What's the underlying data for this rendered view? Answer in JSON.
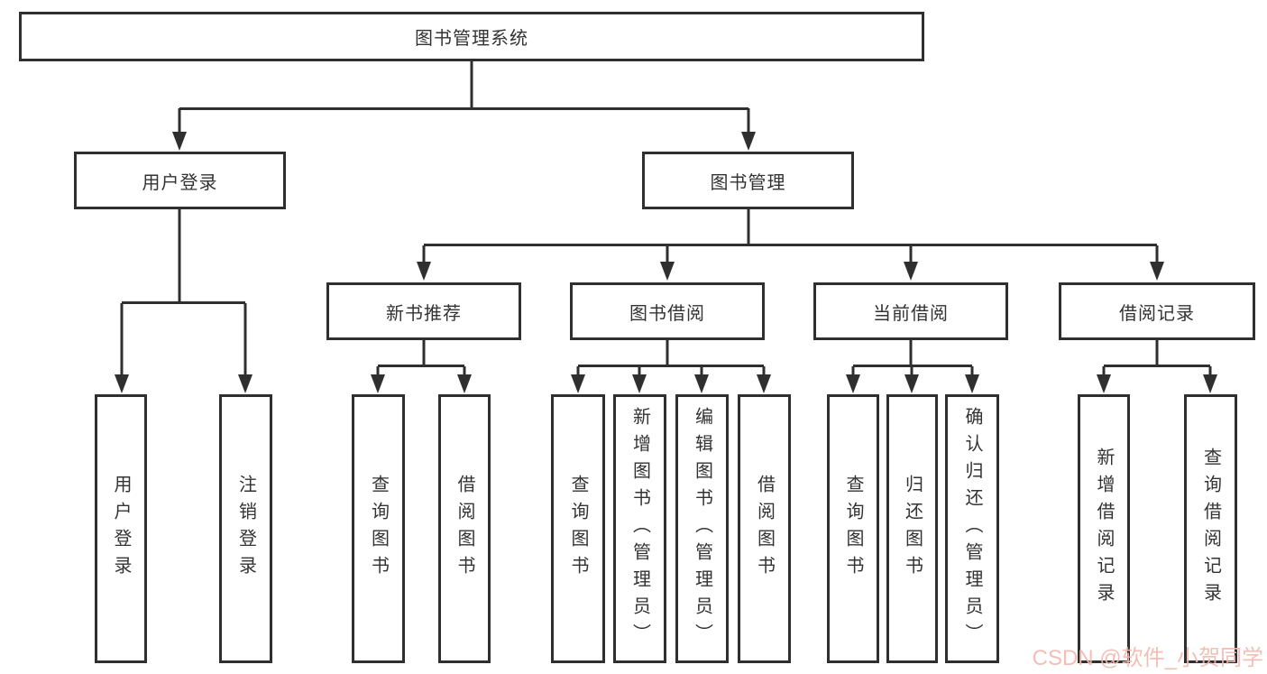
{
  "diagram": {
    "type": "hierarchy",
    "tree": {
      "label": "图书管理系统",
      "children": [
        {
          "label": "用户登录",
          "children": [
            {
              "label": "用户登录"
            },
            {
              "label": "注销登录"
            }
          ]
        },
        {
          "label": "图书管理",
          "children": [
            {
              "label": "新书推荐",
              "children": [
                {
                  "label": "查询图书"
                },
                {
                  "label": "借阅图书"
                }
              ]
            },
            {
              "label": "图书借阅",
              "children": [
                {
                  "label": "查询图书"
                },
                {
                  "label": "新增图书（管理员）"
                },
                {
                  "label": "编辑图书（管理员）"
                },
                {
                  "label": "借阅图书"
                }
              ]
            },
            {
              "label": "当前借阅",
              "children": [
                {
                  "label": "查询图书"
                },
                {
                  "label": "归还图书"
                },
                {
                  "label": "确认归还（管理员）"
                }
              ]
            },
            {
              "label": "借阅记录",
              "children": [
                {
                  "label": "新增借阅记录"
                },
                {
                  "label": "查询借阅记录"
                }
              ]
            }
          ]
        }
      ]
    },
    "colors": {
      "line": "#2f2f2f",
      "text": "#333333",
      "background": "#ffffff",
      "watermark": "#f2b8af"
    }
  },
  "watermark": {
    "text": "CSDN @软件_小贺同学"
  }
}
